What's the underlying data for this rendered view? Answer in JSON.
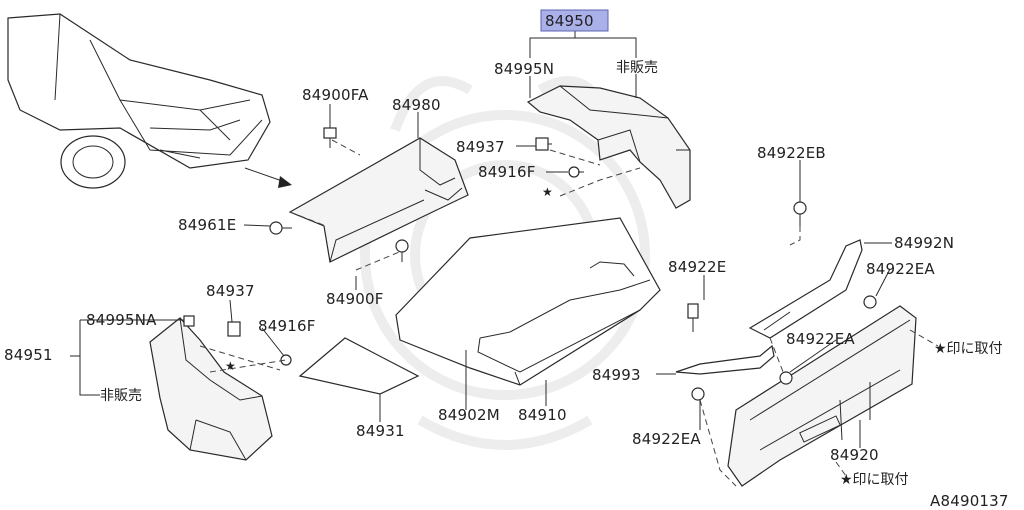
{
  "diagram_id": "A8490137",
  "highlight_color": "#aab0e8",
  "note_japanese": {
    "not_for_sale": "非販売",
    "attach_mark": "★印に取付"
  },
  "callouts": {
    "p84950": "84950",
    "p84995N": "84995N",
    "p84900FA": "84900FA",
    "p84980": "84980",
    "p84937_top": "84937",
    "p84916F_top": "84916F",
    "p84961E": "84961E",
    "p84900F": "84900F",
    "p84922EB": "84922EB",
    "p84992N": "84992N",
    "p84922E": "84922E",
    "p84922EA_r1": "84922EA",
    "p84937_left": "84937",
    "p84995NA": "84995NA",
    "p84916F_left": "84916F",
    "p84951": "84951",
    "p84922EA_r2": "84922EA",
    "p84993": "84993",
    "p84931": "84931",
    "p84902M": "84902M",
    "p84910": "84910",
    "p84922EA_r3": "84922EA",
    "p84920": "84920"
  },
  "star_symbol": "★"
}
